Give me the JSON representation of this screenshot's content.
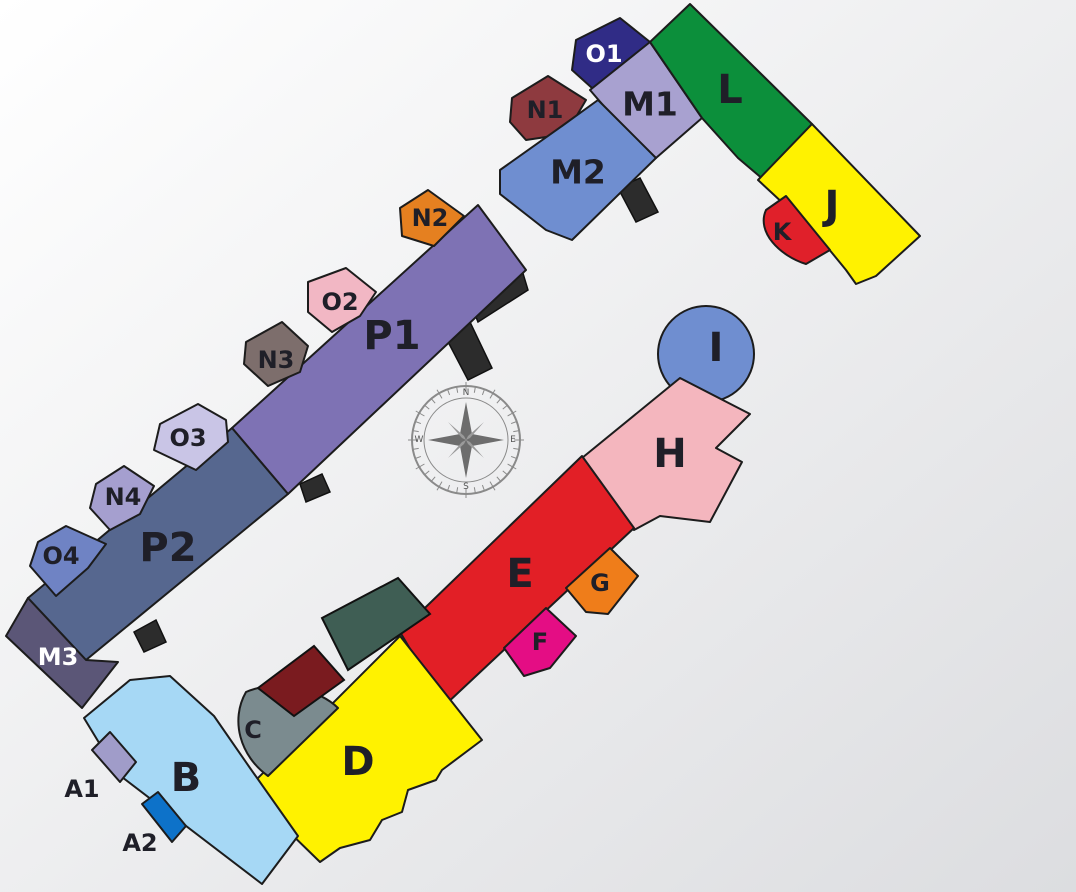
{
  "map": {
    "background_gradient": [
      "#ffffff",
      "#dcdde0"
    ],
    "blocks": [
      {
        "id": "P1",
        "label": "P1",
        "color": "#7e72b4"
      },
      {
        "id": "P2",
        "label": "P2",
        "color": "#56678f"
      },
      {
        "id": "M3",
        "label": "M3",
        "color": "#5b5677",
        "label_color": "#ffffff"
      },
      {
        "id": "O4",
        "label": "O4",
        "color": "#6f83c4"
      },
      {
        "id": "N4",
        "label": "N4",
        "color": "#a59fcf"
      },
      {
        "id": "O3",
        "label": "O3",
        "color": "#c9c5e6"
      },
      {
        "id": "N3",
        "label": "N3",
        "color": "#7d6e6c"
      },
      {
        "id": "O2",
        "label": "O2",
        "color": "#f2b7c4"
      },
      {
        "id": "N2",
        "label": "N2",
        "color": "#e58020"
      },
      {
        "id": "O1",
        "label": "O1",
        "color": "#302c86",
        "label_color": "#ffffff"
      },
      {
        "id": "N1",
        "label": "N1",
        "color": "#8e3a3f"
      },
      {
        "id": "M1",
        "label": "M1",
        "color": "#a8a1d0"
      },
      {
        "id": "M2",
        "label": "M2",
        "color": "#6f8ed0"
      },
      {
        "id": "L",
        "label": "L",
        "color": "#0c8f3b"
      },
      {
        "id": "J",
        "label": "J",
        "color": "#fff200"
      },
      {
        "id": "K",
        "label": "K",
        "color": "#e0202a"
      },
      {
        "id": "I",
        "label": "I",
        "color": "#6f8ed0"
      },
      {
        "id": "H",
        "label": "H",
        "color": "#f4b6be"
      },
      {
        "id": "E",
        "label": "E",
        "color": "#e21f26"
      },
      {
        "id": "G",
        "label": "G",
        "color": "#ef7d1a"
      },
      {
        "id": "F",
        "label": "F",
        "color": "#e40d84"
      },
      {
        "id": "D",
        "label": "D",
        "color": "#fff200"
      },
      {
        "id": "C",
        "label": "C",
        "color": "#7b8b8f"
      },
      {
        "id": "B",
        "label": "B",
        "color": "#a6d8f5"
      },
      {
        "id": "A1",
        "label": "A1",
        "color": "#a09cc9"
      },
      {
        "id": "A2",
        "label": "A2",
        "color": "#0d72c9"
      }
    ],
    "compass": {
      "north": "N",
      "south": "S",
      "east": "E",
      "west": "W",
      "ring_color": "#8a8a8a",
      "star_color": "#6d6d6d"
    }
  }
}
